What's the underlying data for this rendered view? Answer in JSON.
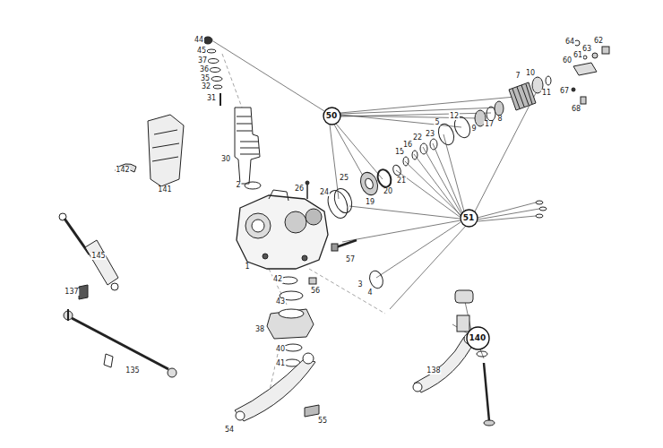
{
  "diagram": {
    "nodes": [
      {
        "text": [
          "50"
        ]
      },
      {
        "text": [
          "51"
        ]
      },
      {
        "text": [
          "140"
        ]
      }
    ],
    "labels": [
      "44",
      "45",
      "37",
      "36",
      "35",
      "32",
      "31",
      "30",
      "142",
      "141",
      "2",
      "26",
      "24",
      "25",
      "19",
      "20",
      "21",
      "15",
      "16",
      "22",
      "23",
      "5",
      "12",
      "9",
      "17",
      "8",
      "7",
      "10",
      "11",
      "64",
      "62",
      "61",
      "63",
      "60",
      "67",
      "68",
      "1",
      "57",
      "42",
      "43",
      "56",
      "3",
      "4",
      "145",
      "137",
      "135",
      "38",
      "40",
      "41",
      "54",
      "55",
      "138"
    ]
  }
}
